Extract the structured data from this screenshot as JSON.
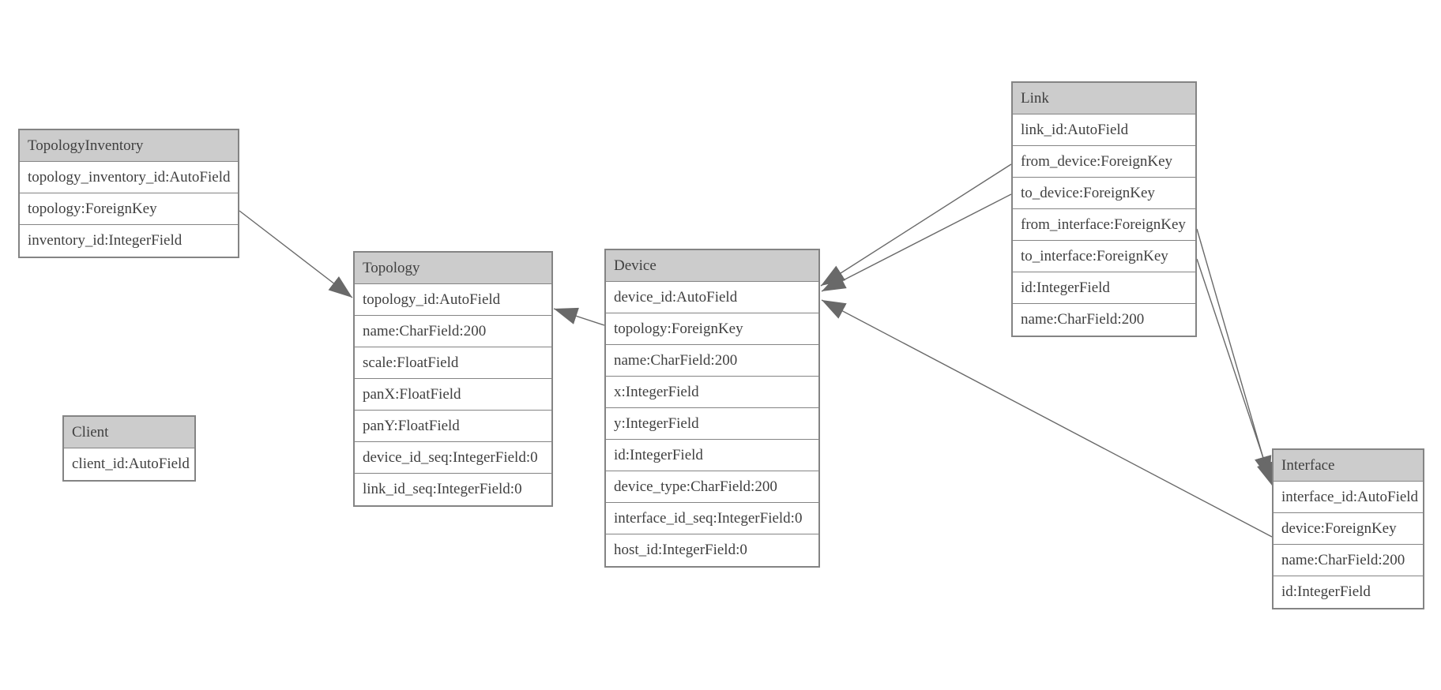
{
  "diagram": {
    "kind": "entity-relationship-diagram",
    "colors": {
      "header_fill": "#cccccc",
      "table_border": "#848484",
      "text": "#404040",
      "edge": "#696969",
      "background": "#ffffff"
    }
  },
  "entities": [
    {
      "title": "TopologyInventory",
      "fields": [
        "topology_inventory_id:AutoField",
        "topology:ForeignKey",
        "inventory_id:IntegerField"
      ]
    },
    {
      "title": "Topology",
      "fields": [
        "topology_id:AutoField",
        "name:CharField:200",
        "scale:FloatField",
        "panX:FloatField",
        "panY:FloatField",
        "device_id_seq:IntegerField:0",
        "link_id_seq:IntegerField:0"
      ]
    },
    {
      "title": "Client",
      "fields": [
        "client_id:AutoField"
      ]
    },
    {
      "title": "Device",
      "fields": [
        "device_id:AutoField",
        "topology:ForeignKey",
        "name:CharField:200",
        "x:IntegerField",
        "y:IntegerField",
        "id:IntegerField",
        "device_type:CharField:200",
        "interface_id_seq:IntegerField:0",
        "host_id:IntegerField:0"
      ]
    },
    {
      "title": "Link",
      "fields": [
        "link_id:AutoField",
        "from_device:ForeignKey",
        "to_device:ForeignKey",
        "from_interface:ForeignKey",
        "to_interface:ForeignKey",
        "id:IntegerField",
        "name:CharField:200"
      ]
    },
    {
      "title": "Interface",
      "fields": [
        "interface_id:AutoField",
        "device:ForeignKey",
        "name:CharField:200",
        "id:IntegerField"
      ]
    }
  ],
  "relationships": [
    {
      "from": "TopologyInventory.topology",
      "to": "Topology.topology_id"
    },
    {
      "from": "Device.topology",
      "to": "Topology.topology_id"
    },
    {
      "from": "Link.from_device",
      "to": "Device.device_id"
    },
    {
      "from": "Link.to_device",
      "to": "Device.device_id"
    },
    {
      "from": "Interface.device",
      "to": "Device.device_id"
    },
    {
      "from": "Link.from_interface",
      "to": "Interface.interface_id"
    },
    {
      "from": "Link.to_interface",
      "to": "Interface.interface_id"
    }
  ]
}
